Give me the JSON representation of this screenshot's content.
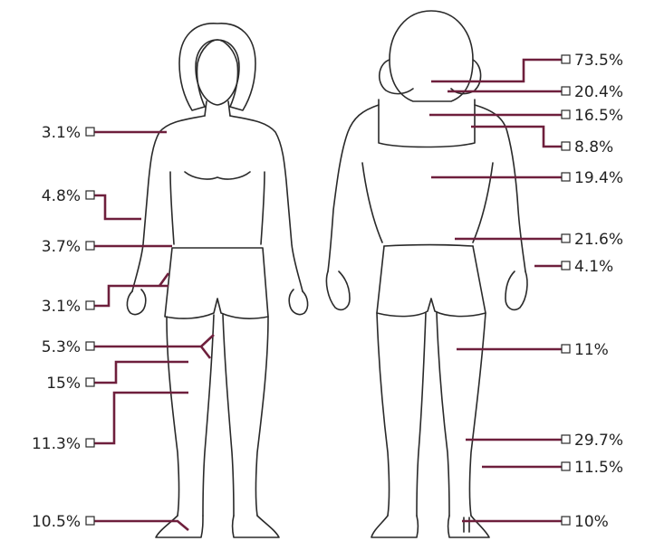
{
  "colors": {
    "outline": "#2a2a2a",
    "leader": "#6e1f3c",
    "text": "#222222"
  },
  "front_labels": [
    "3.1%",
    "4.8%",
    "3.7%",
    "3.1%",
    "5.3%",
    "15%",
    "11.3%",
    "10.5%"
  ],
  "back_labels": [
    "73.5%",
    "20.4%",
    "16.5%",
    "8.8%",
    "19.4%",
    "21.6%",
    "4.1%",
    "11%",
    "29.7%",
    "11.5%",
    "10%"
  ]
}
